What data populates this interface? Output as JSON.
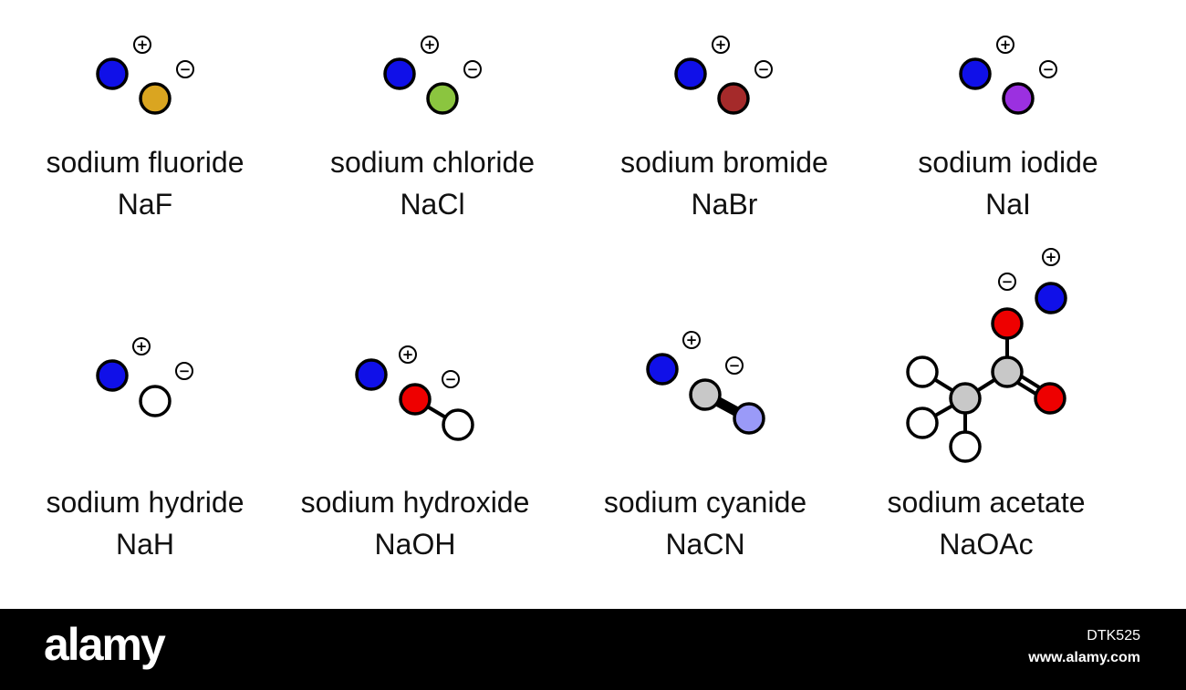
{
  "colors": {
    "sodium": "#1010e8",
    "fluorine": "#daa520",
    "chlorine": "#8bc53f",
    "bromine": "#a52a2a",
    "iodine": "#9b30e0",
    "hydrogen": "#ffffff",
    "oxygen": "#ee0000",
    "carbon": "#c8c8c8",
    "nitrogen": "#9a9af8",
    "outline": "#000000",
    "footer": "#000000"
  },
  "charges": {
    "plus": "+",
    "minus": "−"
  },
  "compounds": [
    {
      "name": "sodium fluoride",
      "formula": "NaF"
    },
    {
      "name": "sodium chloride",
      "formula": "NaCl"
    },
    {
      "name": "sodium bromide",
      "formula": "NaBr"
    },
    {
      "name": "sodium iodide",
      "formula": "NaI"
    },
    {
      "name": "sodium hydride",
      "formula": "NaH"
    },
    {
      "name": "sodium hydroxide",
      "formula": "NaOH"
    },
    {
      "name": "sodium cyanide",
      "formula": "NaCN"
    },
    {
      "name": "sodium acetate",
      "formula": "NaOAc"
    }
  ],
  "footer": {
    "brand": "alamy",
    "image_id": "DTK525",
    "url": "www.alamy.com"
  }
}
